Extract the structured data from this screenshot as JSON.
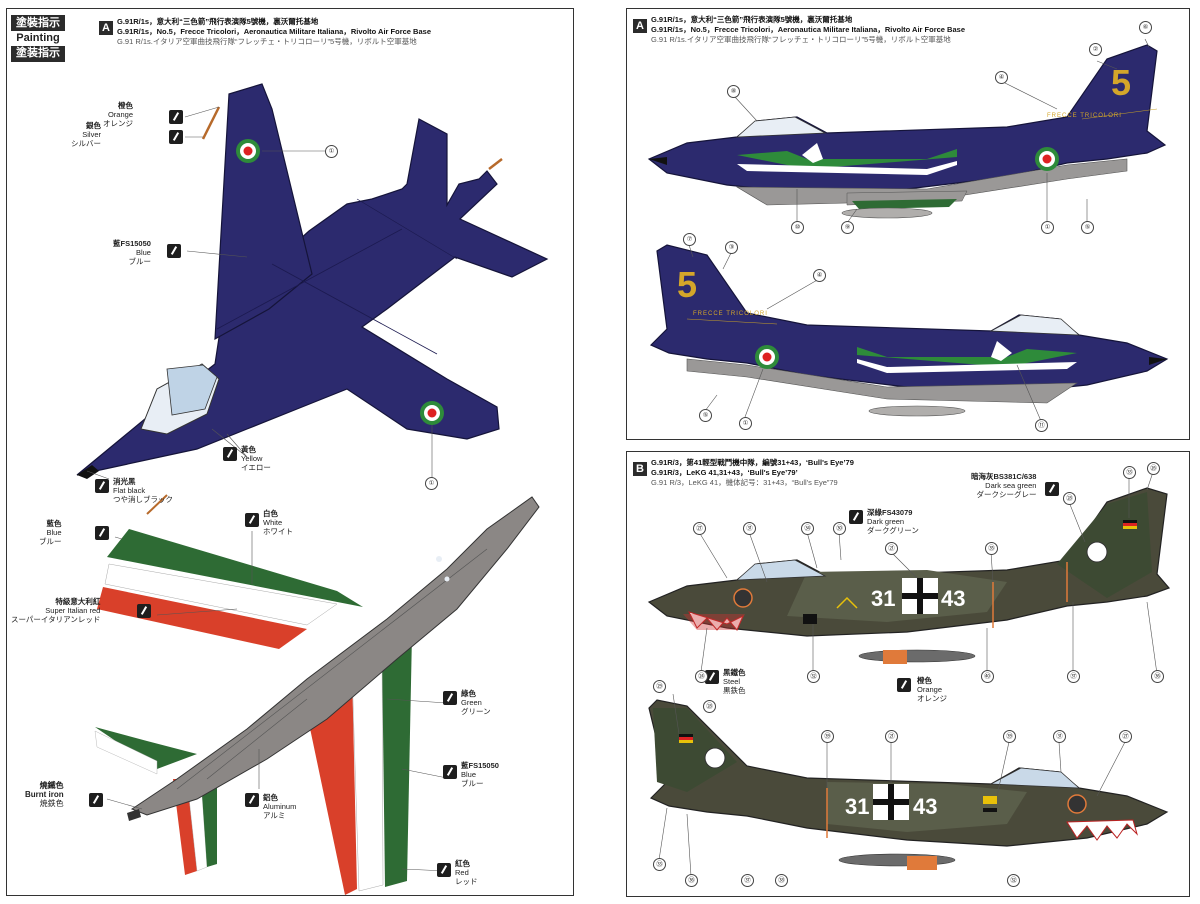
{
  "left": {
    "section_title": [
      "塗裝指示",
      "Painting",
      "塗装指示"
    ],
    "badge": "A",
    "header": [
      "G.91R/1s，意大利“三色箭”飛行表演隊5號機，裏沃爾托基地",
      "G.91R/1s，No.5，Frecce Tricolori，Aeronautica Militare Italiana，Rivolto Air Force Base",
      "G.91 R/1s.イタリア空軍曲技飛行隊“フレッチェ・トリコローリ”5号機，リボルト空軍基地"
    ],
    "callouts": [
      {
        "zh": "橙色",
        "en": "Orange",
        "ja": "オレンジ"
      },
      {
        "zh": "銀色",
        "en": "Silver",
        "ja": "シルバー"
      },
      {
        "zh": "藍FS15050",
        "en": "Blue",
        "ja": "ブルー"
      },
      {
        "zh": "黃色",
        "en": "Yellow",
        "ja": "イエロー"
      },
      {
        "zh": "消光黑",
        "en": "Flat black",
        "ja": "つや消しブラック"
      },
      {
        "zh": "藍色",
        "en": "Blue",
        "ja": "ブルー"
      },
      {
        "zh": "白色",
        "en": "White",
        "ja": "ホワイト"
      },
      {
        "zh": "特級意大利紅",
        "en": "Super Italian red",
        "ja": "スーパーイタリアンレッド"
      },
      {
        "zh": "綠色",
        "en": "Green",
        "ja": "グリーン"
      },
      {
        "zh": "藍FS15050",
        "en": "Blue",
        "ja": "ブルー"
      },
      {
        "zh": "燒鐵色",
        "en": "Burnt iron",
        "ja": "焼鉄色"
      },
      {
        "zh": "鋁色",
        "en": "Aluminum",
        "ja": "アルミ"
      },
      {
        "zh": "紅色",
        "en": "Red",
        "ja": "レッド"
      }
    ],
    "numbers": [
      "①",
      "①"
    ]
  },
  "right_a": {
    "badge": "A",
    "header": [
      "G.91R/1s，意大利“三色箭”飛行表演隊5號機，裏沃爾托基地",
      "G.91R/1s，No.5，Frecce Tricolori，Aeronautica Militare Italiana，Rivolto Air Force Base",
      "G.91 R/1s.イタリア空軍曲技飛行隊“フレッチェ・トリコローリ”5号機，リボルト空軍基地"
    ],
    "tail_number": "5",
    "tail_text": "FRECCE TRICOLORI",
    "top_numbers": [
      "⑥",
      "②",
      "④",
      "⑧",
      "⑩",
      "⑨",
      "①",
      "⑤"
    ],
    "bottom_numbers": [
      "⑦",
      "③",
      "④",
      "⑤",
      "①",
      "⑪"
    ]
  },
  "b": {
    "badge": "B",
    "header": [
      "G.91R/3，第41輕型戰鬥機中隊，編號31+43，‘Bull's Eye’79",
      "G.91R/3，LeKG 41,31+43，‘Bull's Eye’79’",
      "G.91 R/3，LeKG 41，機体記号：31+43，“Bull's Eye”79"
    ],
    "callouts": [
      {
        "zh": "深綠FS43079",
        "en": "Dark green",
        "ja": "ダークグリーン"
      },
      {
        "zh": "暗海灰BS381C/638",
        "en": "Dark sea green",
        "ja": "ダークシーグレー"
      },
      {
        "zh": "黑鐵色",
        "en": "Steel",
        "ja": "黒鉄色"
      },
      {
        "zh": "橙色",
        "en": "Orange",
        "ja": "オレンジ"
      }
    ],
    "code_left": "31",
    "code_right": "43",
    "top_numbers": [
      "㉗",
      "㉛",
      "㉞",
      "㉚",
      "㉑",
      "㉟",
      "㉘",
      "㉝",
      "㉖",
      "㉔",
      "㉜",
      "㊵",
      "㊲",
      "㊱"
    ],
    "bottom_numbers": [
      "㉙",
      "㉘",
      "㊴",
      "㉑",
      "㊴",
      "㉛",
      "㉗",
      "㉝",
      "㊱",
      "㊲",
      "㊳",
      "㉜"
    ]
  }
}
